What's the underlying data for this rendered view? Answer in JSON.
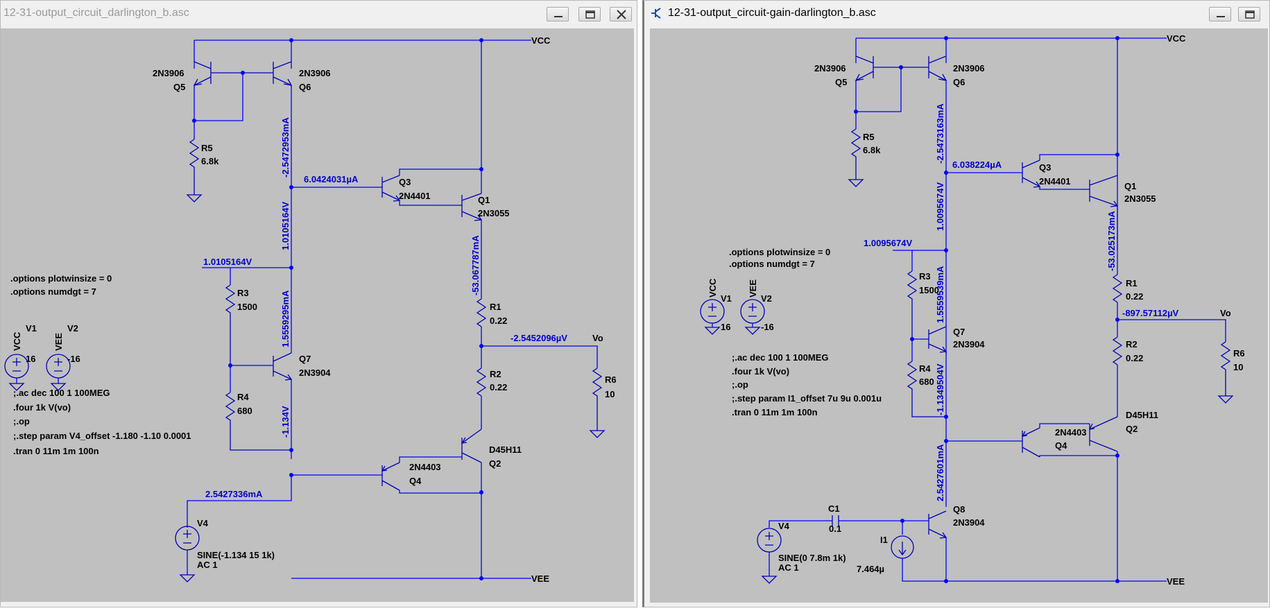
{
  "left_window": {
    "title": "12-31-output_circuit_darlington_b.asc",
    "buttons": [
      "minimize",
      "maximize",
      "close"
    ],
    "nets": {
      "vcc": "VCC",
      "vee": "VEE",
      "vo": "Vo"
    },
    "components": {
      "q5": {
        "model": "2N3906",
        "name": "Q5"
      },
      "q6": {
        "model": "2N3906",
        "name": "Q6"
      },
      "r5": {
        "name": "R5",
        "value": "6.8k"
      },
      "q3": {
        "name": "Q3",
        "model": "2N4401"
      },
      "q1": {
        "name": "Q1",
        "model": "2N3055"
      },
      "r3": {
        "name": "R3",
        "value": "1500"
      },
      "q7": {
        "name": "Q7",
        "model": "2N3904"
      },
      "r4": {
        "name": "R4",
        "value": "680"
      },
      "r1": {
        "name": "R1",
        "value": "0.22"
      },
      "r2": {
        "name": "R2",
        "value": "0.22"
      },
      "r6": {
        "name": "R6",
        "value": "10"
      },
      "q4": {
        "model": "2N4403",
        "name": "Q4"
      },
      "q2": {
        "model": "D45H11",
        "name": "Q2"
      },
      "v1": {
        "name": "V1",
        "net": "VCC",
        "value": "16"
      },
      "v2": {
        "name": "V2",
        "net": "VEE",
        "value": "-16"
      },
      "v4": {
        "name": "V4",
        "value": "SINE(-1.134 15 1k)",
        "ac": "AC 1"
      }
    },
    "probes": {
      "i_q6": "-2.5472953mA",
      "i_q3b": "6.0424031µA",
      "v_q6c": "1.0105164V",
      "v_r3": "1.0105164V",
      "i_q1e": "-53.067787mA",
      "v_vo": "-2.5452096µV",
      "i_q7c": "1.5559295mA",
      "v_q7e": "-1.134V",
      "i_v4": "2.5427336mA"
    },
    "directives": [
      ".options plotwinsize = 0",
      ".options numdgt = 7",
      ";.ac dec 100 1 100MEG",
      ".four 1k V(vo)",
      ";.op",
      ";.step param V4_offset -1.180 -1.10 0.0001",
      ".tran 0 11m 1m 100n"
    ]
  },
  "right_window": {
    "title": "12-31-output_circuit-gain-darlington_b.asc",
    "buttons": [
      "minimize",
      "maximize"
    ],
    "nets": {
      "vcc": "VCC",
      "vee": "VEE",
      "vo": "Vo"
    },
    "components": {
      "q5": {
        "model": "2N3906",
        "name": "Q5"
      },
      "q6": {
        "model": "2N3906",
        "name": "Q6"
      },
      "r5": {
        "name": "R5",
        "value": "6.8k"
      },
      "q3": {
        "name": "Q3",
        "model": "2N4401"
      },
      "q1": {
        "name": "Q1",
        "model": "2N3055"
      },
      "r3": {
        "name": "R3",
        "value": "1500"
      },
      "q7": {
        "name": "Q7",
        "model": "2N3904"
      },
      "r4": {
        "name": "R4",
        "value": "680"
      },
      "r1": {
        "name": "R1",
        "value": "0.22"
      },
      "r2": {
        "name": "R2",
        "value": "0.22"
      },
      "r6": {
        "name": "R6",
        "value": "10"
      },
      "q4": {
        "model": "2N4403",
        "name": "Q4"
      },
      "q2": {
        "model": "D45H11",
        "name": "Q2"
      },
      "q8": {
        "name": "Q8",
        "model": "2N3904"
      },
      "c1": {
        "name": "C1",
        "value": "0.1"
      },
      "i1": {
        "name": "I1",
        "value": "7.464µ"
      },
      "v1": {
        "name": "V1",
        "net": "VCC",
        "value": "16"
      },
      "v2": {
        "name": "V2",
        "net": "VEE",
        "value": "-16"
      },
      "v4": {
        "name": "V4",
        "value": "SINE(0 7.8m 1k)",
        "ac": "AC 1"
      }
    },
    "probes": {
      "i_q6": "-2.5473163mA",
      "i_q3b": "6.038224µA",
      "v_q6c": "1.0095674V",
      "v_r3": "1.0095674V",
      "i_q1e": "-53.025173mA",
      "v_vo": "-897.57112µV",
      "i_q7c": "1.5559539mA",
      "v_q7e": "-1.1349504V",
      "i_q8c": "2.5427601mA"
    },
    "directives": [
      ".options plotwinsize = 0",
      ".options numdgt = 7",
      ";.ac dec 100 1 100MEG",
      ".four 1k V(vo)",
      ";.op",
      ";.step param I1_offset 7u 9u 0.001u",
      ".tran 0 11m 1m 100n"
    ]
  },
  "icons": {
    "app": "ltspice-schematic-icon",
    "minimize": "minimize-icon",
    "maximize": "maximize-icon",
    "close": "close-icon"
  }
}
